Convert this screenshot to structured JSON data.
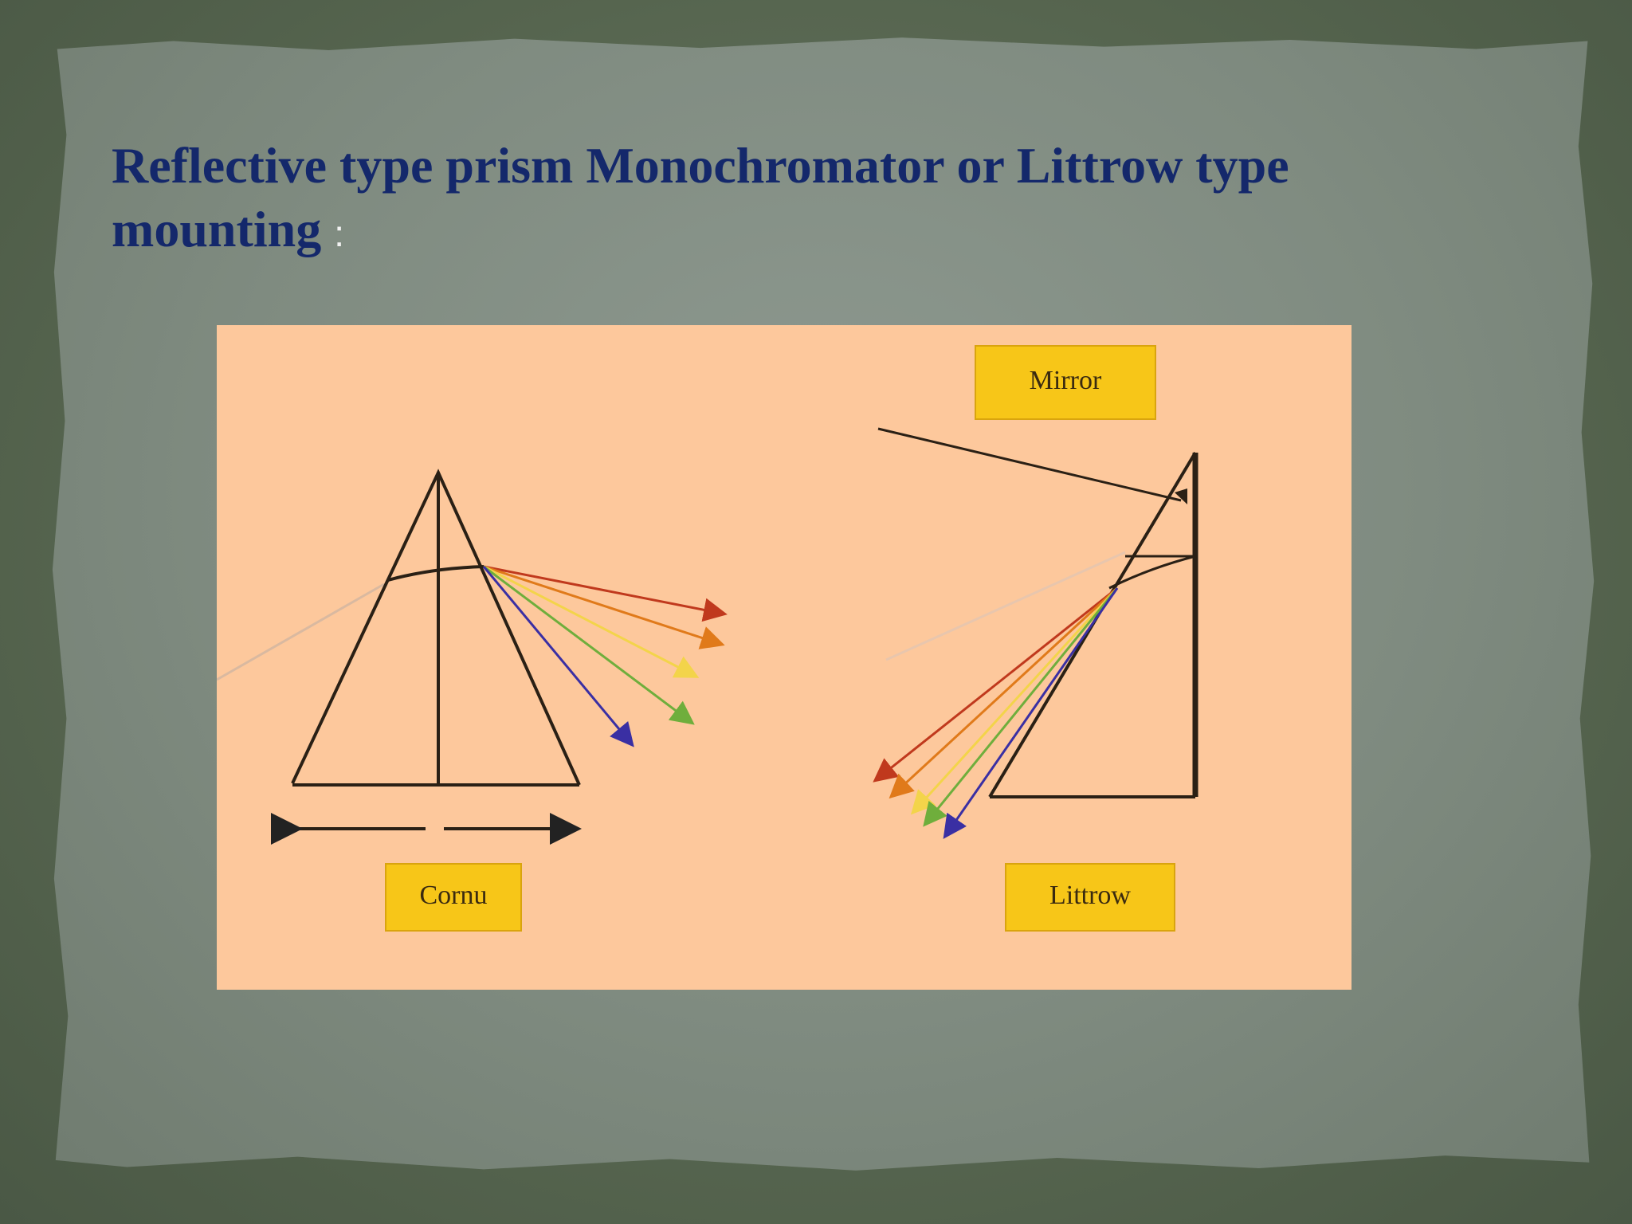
{
  "slide": {
    "title": "Reflective type prism Monochromator or Littrow type mounting",
    "title_suffix": ":"
  },
  "figure": {
    "labels": {
      "mirror": "Mirror",
      "cornu": "Cornu",
      "littrow": "Littrow"
    },
    "spectrum_colors": [
      "#c0391d",
      "#e07a1a",
      "#f3d44a",
      "#6fae3c",
      "#3a2fa3"
    ],
    "label_box_color": "#f7c618",
    "background_color": "#fdc89c"
  }
}
